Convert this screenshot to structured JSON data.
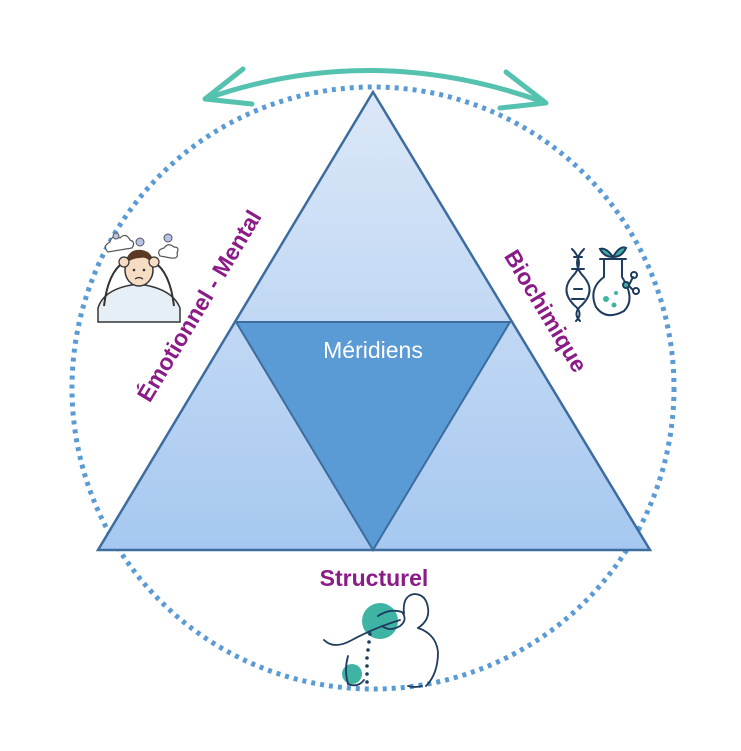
{
  "labels": {
    "center": "Méridiens",
    "left": "Émotionnel - Mental",
    "right": "Biochimique",
    "bottom": "Structurel"
  },
  "icons": {
    "left": "stressed-person-icon",
    "right": "dna-lab-flask-icon",
    "bottom": "back-pain-spine-icon",
    "top": "double-headed-curved-arrow-icon"
  },
  "colors": {
    "label_text": "#8a1b87",
    "center_text": "#ffffff",
    "dotted_circle": "#5b9bd5",
    "arrow": "#55c2b0",
    "triangle_light_top": "#dce8f8",
    "triangle_light_bottom": "#a6c8f0",
    "triangle_center": "#5b9bd5",
    "triangle_stroke": "#3d6c9e",
    "icon_navy": "#1f3b5e",
    "icon_teal": "#3fb4a4"
  }
}
